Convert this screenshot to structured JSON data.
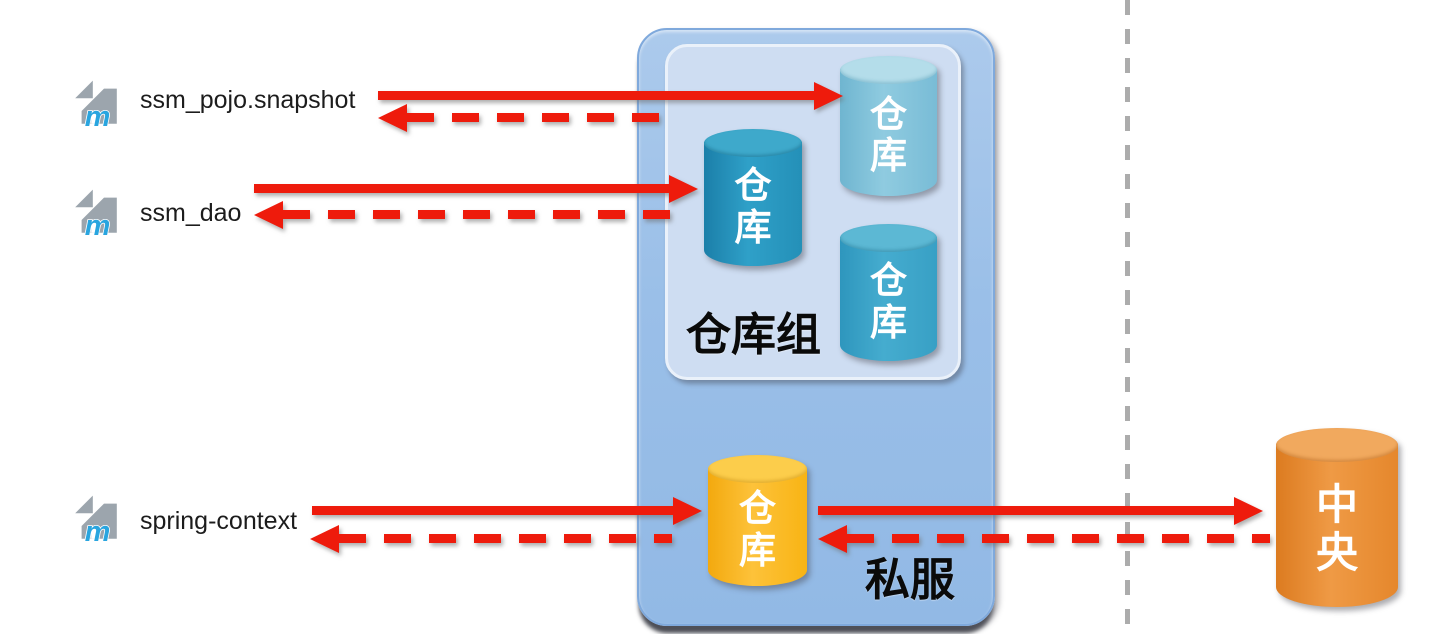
{
  "modules": [
    {
      "label": "ssm_pojo.snapshot",
      "icon": "maven-module-icon"
    },
    {
      "label": "ssm_dao",
      "icon": "maven-module-icon"
    },
    {
      "label": "spring-context",
      "icon": "maven-module-icon"
    }
  ],
  "private_server": {
    "label": "私服",
    "repo_group": {
      "label": "仓库组",
      "repos": [
        {
          "label": "仓\n库",
          "position": "top-right",
          "color": "#85C3DB"
        },
        {
          "label": "仓\n库",
          "position": "middle-left",
          "color": "#2191BA"
        },
        {
          "label": "仓\n库",
          "position": "bottom-right",
          "color": "#3AA2C8"
        }
      ]
    },
    "host_repo": {
      "label": "仓\n库",
      "color": "#FBB817"
    }
  },
  "central_repo": {
    "label": "中\n央",
    "color": "#E98C35"
  },
  "connections": [
    {
      "from": "ssm_pojo.snapshot",
      "to": "repo-group",
      "style": "solid-red"
    },
    {
      "from": "repo-group",
      "to": "ssm_pojo.snapshot",
      "style": "dashed-red"
    },
    {
      "from": "ssm_dao",
      "to": "repo-group",
      "style": "solid-red"
    },
    {
      "from": "repo-group",
      "to": "ssm_dao",
      "style": "dashed-red"
    },
    {
      "from": "spring-context",
      "to": "host-repo",
      "style": "solid-red"
    },
    {
      "from": "host-repo",
      "to": "spring-context",
      "style": "dashed-red"
    },
    {
      "from": "host-repo",
      "to": "central-repo",
      "style": "solid-red"
    },
    {
      "from": "central-repo",
      "to": "host-repo",
      "style": "dashed-red"
    }
  ],
  "colors": {
    "arrow_red": "#EE1B0C",
    "outer_box_fill": "#9DC2EA",
    "inner_box_fill": "#CEDDF2",
    "divider_gray": "#ACACAC",
    "maven_icon_gray": "#9CA5AD",
    "maven_icon_blue": "#29A5DF"
  }
}
